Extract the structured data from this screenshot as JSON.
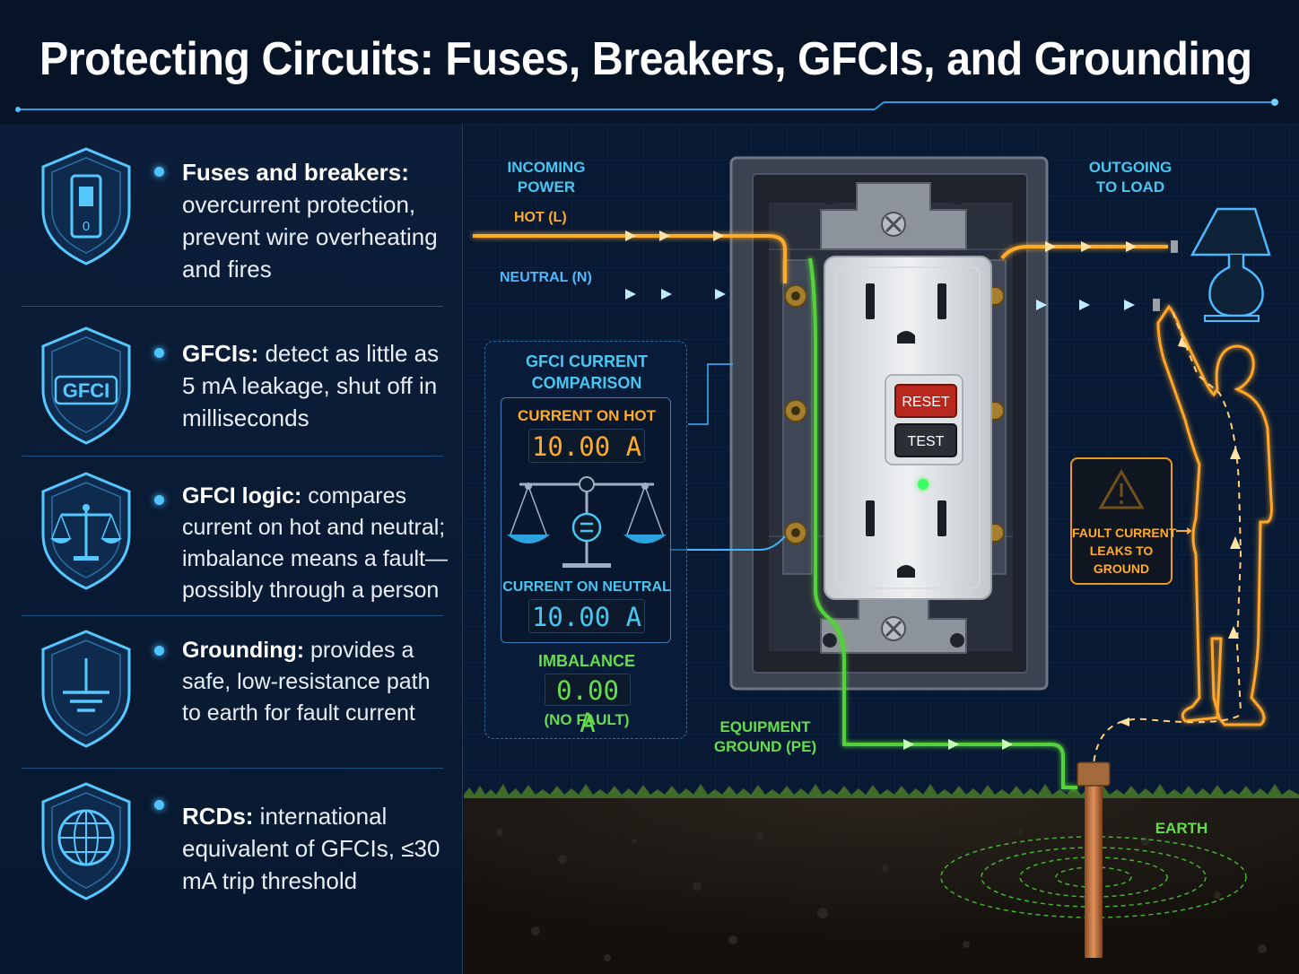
{
  "title": "Protecting Circuits: Fuses, Breakers, GFCIs, and Grounding",
  "left_items": [
    {
      "icon": "fuse-switch-icon",
      "icon_text": "0",
      "bold": "Fuses and breakers:",
      "text": " overcurrent protection, prevent wire overheating and fires"
    },
    {
      "icon": "gfci-shield-icon",
      "icon_text": "GFCI",
      "bold": "GFCIs:",
      "text": " detect as little as 5 mA leakage, shut off in milliseconds"
    },
    {
      "icon": "balance-scale-icon",
      "icon_text": "",
      "bold": "GFCI logic:",
      "text": " compares current on hot and neutral; imbalance means a fault—possibly through a person"
    },
    {
      "icon": "ground-symbol-icon",
      "icon_text": "",
      "bold": "Grounding:",
      "text": " provides a safe, low-resistance path to earth for fault current"
    },
    {
      "icon": "globe-icon",
      "icon_text": "",
      "bold": "RCDs:",
      "text": " international equivalent of GFCIs, ≤30 mA trip threshold"
    }
  ],
  "diagram": {
    "incoming_power": "INCOMING\nPOWER",
    "outgoing_load": "OUTGOING\nTO LOAD",
    "hot_label": "HOT (L)",
    "neutral_label": "NEUTRAL (N)",
    "gfci_title": "GFCI CURRENT\nCOMPARISON",
    "current_hot_label": "CURRENT ON HOT",
    "current_hot_value": "10.00 A",
    "current_neutral_label": "CURRENT ON NEUTRAL",
    "current_neutral_value": "10.00 A",
    "imbalance_label": "IMBALANCE",
    "imbalance_value": "0.00 A",
    "no_fault": "(NO FAULT)",
    "reset_button": "RESET",
    "test_button": "TEST",
    "equipment_ground": "EQUIPMENT\nGROUND (PE)",
    "fault_current": "FAULT CURRENT\nLEAKS TO\nGROUND",
    "earth": "EARTH"
  },
  "colors": {
    "hot": "#ffab2b",
    "neutral": "#3fb6ff",
    "ground": "#55d13a",
    "accent": "#49c6f2",
    "background": "#071326"
  }
}
